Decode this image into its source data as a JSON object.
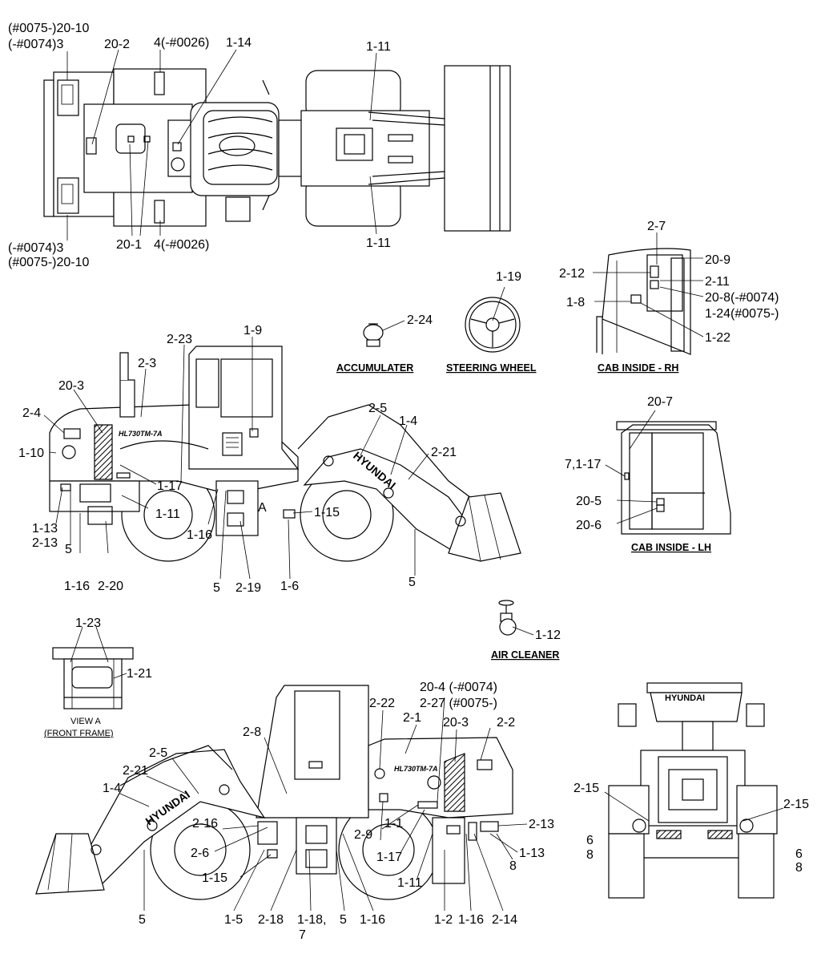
{
  "diagram": {
    "captions": {
      "accumulator": "ACCUMULATER",
      "steering_wheel": "STEERING WHEEL",
      "cab_rh": "CAB INSIDE - RH",
      "cab_lh": "CAB INSIDE - LH",
      "air_cleaner": "AIR CLEANER",
      "view_a_1": "VIEW A",
      "view_a_2": "(FRONT FRAME)"
    },
    "markings": {
      "model": "HL730TM-7A",
      "brand": "HYUNDAI",
      "arrow_a": "A"
    },
    "labels": {
      "t1": "(#0075-)20-10",
      "t2": "(-#0074)3",
      "t3": "20-2",
      "t4": "4(-#0026)",
      "t5": "1-14",
      "t6": "1-11",
      "t7": "(-#0074)3",
      "t8": "(#0075-)20-10",
      "t9": "20-1",
      "t10": "4(-#0026)",
      "t11": "1-11",
      "c1": "2-7",
      "c2": "2-12",
      "c3": "20-9",
      "c4": "2-11",
      "c5": "1-8",
      "c6": "20-8(-#0074)",
      "c7": "1-24(#0075-)",
      "c8": "1-22",
      "s1": "1-19",
      "a1": "2-24",
      "l1": "2-23",
      "l2": "1-9",
      "l3": "2-3",
      "l4": "20-3",
      "l5": "2-4",
      "l6": "1-10",
      "l7": "2-5",
      "l8": "1-4",
      "l9": "2-21",
      "l10": "1-17",
      "l11": "1-11",
      "l12": "1-13",
      "l13": "2-13",
      "l14": "5",
      "l15": "1-16",
      "l16": "1-15",
      "l17": "5",
      "l18": "1-16",
      "l19": "2-20",
      "l20": "5",
      "l21": "2-19",
      "l22": "1-6",
      "d1": "20-7",
      "d2": "7,1-17",
      "d3": "20-5",
      "d4": "20-6",
      "ac1": "1-12",
      "v1": "1-23",
      "v2": "1-21",
      "r1": "20-4 (-#0074)",
      "r2": "2-27 (#0075-)",
      "r3": "2-22",
      "r4": "2-1",
      "r5": "20-3",
      "r6": "2-2",
      "r7": "2-8",
      "r8": "2-5",
      "r9": "2-21",
      "r10": "1-4",
      "r11": "2-16",
      "r12": "2-9",
      "r13": "1-1",
      "r14": "2-13",
      "r15": "2-6",
      "r16": "1-17",
      "r17": "1-13",
      "r18": "1-15",
      "r19": "8",
      "r20": "1-11",
      "r21": "5",
      "r22": "1-5",
      "r23": "2-18",
      "r24": "1-18,",
      "r25": "7",
      "r26": "5",
      "r27": "1-16",
      "r28": "1-2",
      "r29": "1-16",
      "r30": "2-14",
      "f1": "2-15",
      "f2": "2-15",
      "f3": "6",
      "f4": "8",
      "f5": "6",
      "f6": "8"
    }
  }
}
